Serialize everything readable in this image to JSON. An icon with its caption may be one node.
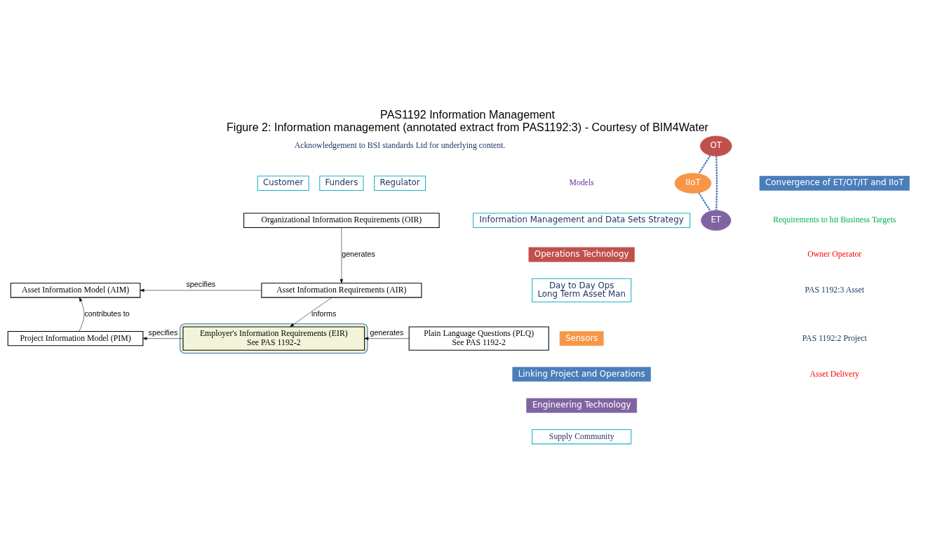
{
  "diagram": {
    "title": "PAS1192 Information Management",
    "caption": "Figure 2: Information management (annotated extract from PAS1192:3) - Courtesy of BIM4Water",
    "nodes": [
      {
        "text": [
          "Regulator"
        ]
      },
      {
        "text": [
          "Customer"
        ]
      },
      {
        "text": [
          "Funders"
        ]
      },
      {
        "text": [
          "Organizational Information Requirements (OIR)"
        ]
      },
      {
        "text": [
          "Asset Information Requirements (AIR)"
        ]
      },
      {
        "text": [],
        "shape": "box"
      },
      {
        "text": [
          "Employer's Information Requirements (EIR)",
          "See PAS 1192-2"
        ],
        "in": 5
      },
      {
        "text": [
          "Plain Language Questions (PLQ)",
          "See PAS 1192-2"
        ]
      },
      {
        "text": [
          "Information Management and Data Sets Strategy"
        ]
      },
      {
        "text": [
          "Asset Information Model (AIM)"
        ]
      },
      {
        "text": [
          "Project Information Model (PIM)"
        ]
      },
      {
        "text": [
          "Day to Day Ops",
          "Long Term Asset Man"
        ]
      },
      {
        "text": [
          "OT"
        ]
      },
      {
        "text": [
          "IIoT"
        ]
      },
      {
        "text": [
          "ET"
        ]
      },
      {
        "text": [
          "Supply Community"
        ]
      },
      {
        "text": [
          "Operations Technology"
        ]
      },
      {
        "text": [
          "Sensors"
        ]
      },
      {
        "text": [
          "Engineering Technology"
        ]
      },
      {
        "text": [
          "Linking Project and Operations"
        ]
      },
      {
        "text": [
          "Convergence of ET/OT/IT and IIoT"
        ]
      }
    ],
    "edges": [
      {
        "from": 3,
        "to": 4,
        "arrow": "to",
        "label": "generates"
      },
      {
        "from": 4,
        "to": 6,
        "arrow": "to",
        "label": "informs"
      },
      {
        "from": 7,
        "to": 6,
        "arrow": "to",
        "label": "generates"
      },
      {
        "from": 4,
        "to": 9,
        "arrow": "to",
        "label": "specifies"
      },
      {
        "from": 6,
        "to": 10,
        "arrow": "to",
        "label": "specifies"
      },
      {
        "from": 10,
        "to": 9,
        "arrow": "to",
        "label": "contributes to"
      },
      {
        "from": 12,
        "to": 13,
        "arrow": "none",
        "style": "dashed",
        "color": "#4472c4"
      },
      {
        "from": 12,
        "to": 14,
        "arrow": "none",
        "style": "dashed",
        "color": "#4472c4"
      },
      {
        "from": 13,
        "to": 14,
        "arrow": "none",
        "style": "dashed",
        "color": "#4472c4"
      }
    ],
    "labels": [
      "Acknowledgement to BSI standards Ltd for underlying content.",
      "Requirements to hit Business Targets",
      "Models",
      "Owner Operator",
      "PAS 1192:3 Asset",
      "PAS 1192:2 Project",
      "Asset Delivery"
    ]
  }
}
